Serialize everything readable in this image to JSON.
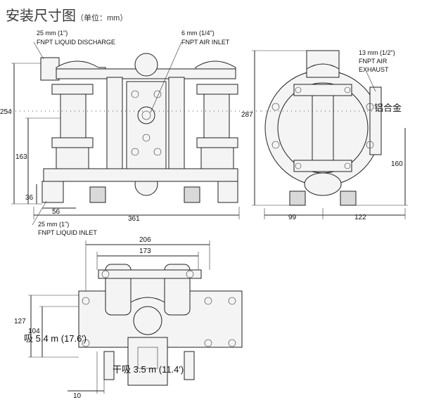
{
  "header": {
    "title": "安装尺寸图",
    "unit": "（单位：mm）"
  },
  "front_view": {
    "discharge_label_1": "25 mm (1\")",
    "discharge_label_2": "FNPT LIQUID DISCHARGE",
    "air_inlet_label_1": "6 mm (1/4\")",
    "air_inlet_label_2": "FNPT AIR INLET",
    "inlet_label_1": "25 mm (1\")",
    "inlet_label_2": "FNPT LIQUID INLET",
    "dim_height": "254",
    "dim_middle": "163",
    "dim_foot": "36",
    "dim_inlet_offset": "56",
    "dim_width": "361"
  },
  "side_view": {
    "exhaust_label_1": "13 mm (1/2\")",
    "exhaust_label_2": "FNPT AIR",
    "exhaust_label_3": "EXHAUST",
    "dim_height": "287",
    "dim_right": "160",
    "dim_left_width": "99",
    "dim_right_width": "122",
    "material_note": "铝合金"
  },
  "top_view": {
    "dim_outer": "206",
    "dim_inner": "173",
    "dim_left_outer": "127",
    "dim_left_inner": "104",
    "dim_bottom": "10",
    "suction_note": "吸 5.4 m (17.6′)",
    "dry_suction_note": "干吸 3.5 m (11.4′)"
  }
}
